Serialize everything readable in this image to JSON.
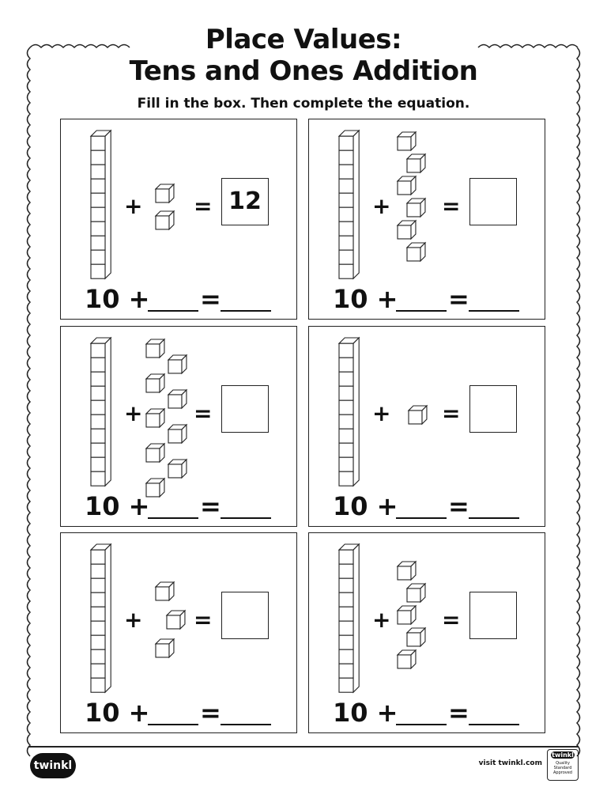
{
  "title_line1": "Place Values:",
  "title_line2": "Tens and Ones Addition",
  "instructions": "Fill in the box.  Then complete the equation.",
  "symbols": {
    "plus": "+",
    "equals": "="
  },
  "equation_prefix": "10 +",
  "equation_equals": "=",
  "panels": [
    {
      "ones": 2,
      "answer": "12"
    },
    {
      "ones": 6,
      "answer": ""
    },
    {
      "ones": 9,
      "answer": ""
    },
    {
      "ones": 1,
      "answer": ""
    },
    {
      "ones": 3,
      "answer": ""
    },
    {
      "ones": 5,
      "answer": ""
    }
  ],
  "footer": {
    "logo": "twinkl",
    "visit": "visit twinkl.com",
    "badge_name": "twinkl",
    "badge_text": "Quality Standard Approved"
  },
  "icons": {
    "ten_rod": "ten-rod-icon",
    "one_cube": "unit-cube-icon"
  },
  "colors": {
    "ink": "#111111",
    "paper": "#ffffff"
  }
}
